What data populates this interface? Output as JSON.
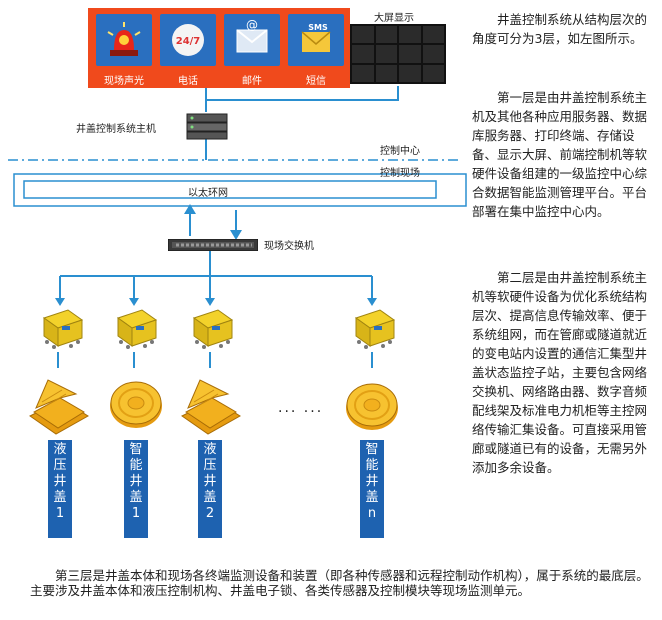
{
  "top_icons": [
    {
      "label": "现场声光",
      "icon": "siren-icon"
    },
    {
      "label": "电话",
      "icon": "phone-24-7-icon",
      "badge": "24/7"
    },
    {
      "label": "邮件",
      "icon": "mail-icon",
      "badge": "@"
    },
    {
      "label": "短信",
      "icon": "sms-icon",
      "badge": "SMS"
    }
  ],
  "big_screen_label": "大屏显示",
  "host_label": "井盖控制系统主机",
  "control_center_label": "控制中心",
  "control_field_label": "控制现场",
  "ethernet_label": "以太环网",
  "switch_label": "现场交换机",
  "ellipsis": "··· ···",
  "covers": [
    {
      "chars": [
        "液",
        "压",
        "井",
        "盖",
        "1"
      ],
      "kind": "hydraulic"
    },
    {
      "chars": [
        "智",
        "能",
        "井",
        "盖",
        "1"
      ],
      "kind": "smart"
    },
    {
      "chars": [
        "液",
        "压",
        "井",
        "盖",
        "2"
      ],
      "kind": "hydraulic"
    },
    {
      "chars": [
        "智",
        "能",
        "井",
        "盖",
        "n"
      ],
      "kind": "smart"
    }
  ],
  "right_paragraphs": [
    "井盖控制系统从结构层次的角度可分为3层，如左图所示。",
    "第一层是由井盖控制系统主机及其他各种应用服务器、数据库服务器、打印终端、存储设备、显示大屏、前端控制机等软硬件设备组建的一级监控中心综合数据智能监测管理平台。平台部署在集中监控中心内。",
    "第二层是由井盖控制系统主机等软硬件设备为优化系统结构层次、提高信息传输效率、便于系统组网，而在管廊或隧道就近的变电站内设置的通信汇集型井盖状态监控子站，主要包含网络交换机、网络路由器、数字音频配线架及标准电力机柜等主控网络传输汇集设备。可直接采用管廊或隧道已有的设备，无需另外添加多余设备。"
  ],
  "bottom_paragraph": "第三层是井盖本体和现场各终端监测设备和装置（即各种传感器和远程控制动作机构），属于系统的最底层。主要涉及井盖本体和液压控制机构、井盖电子锁、各类传感器及控制模块等现场监测单元。",
  "colors": {
    "alert_bg": "#f04a1c",
    "tile_blue": "#2a6fbf",
    "line_blue": "#2a8fd0",
    "label_blue": "#1e62b0",
    "cover_gold": "#f2b01e"
  }
}
